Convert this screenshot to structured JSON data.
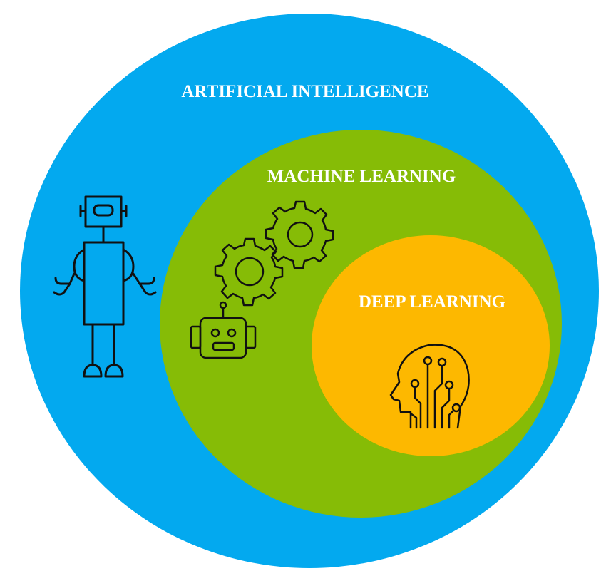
{
  "diagram": {
    "outer": {
      "label": "ARTIFICIAL INTELLIGENCE",
      "color": "#03a9ef"
    },
    "middle": {
      "label": "MACHINE LEARNING",
      "color": "#86bc06"
    },
    "inner": {
      "label": "DEEP LEARNING",
      "color": "#fdb800"
    },
    "icons": [
      "robot-icon",
      "gears-icon",
      "robot-head-icon",
      "ai-head-circuit-icon"
    ]
  }
}
